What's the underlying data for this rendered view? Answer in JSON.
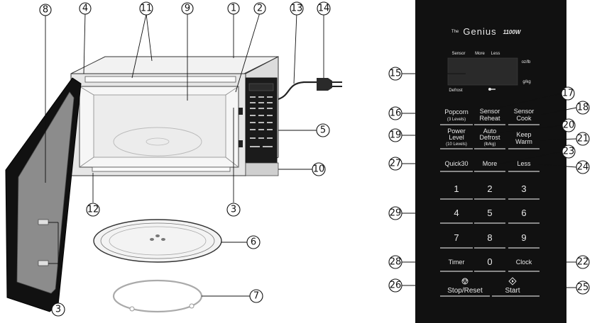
{
  "callouts": {
    "c1": "1",
    "c2": "2",
    "c3a": "3",
    "c3b": "3",
    "c4": "4",
    "c5": "5",
    "c6": "6",
    "c7": "7",
    "c8": "8",
    "c9": "9",
    "c10": "10",
    "c11": "11",
    "c12": "12",
    "c13": "13",
    "c14": "14",
    "c15": "15",
    "c16": "16",
    "c17": "17",
    "c18": "18",
    "c19": "19",
    "c20": "20",
    "c21": "21",
    "c22": "22",
    "c23": "23",
    "c24": "24",
    "c25": "25",
    "c26": "26",
    "c27": "27",
    "c28": "28",
    "c29": "29"
  },
  "panel": {
    "brand_small": "The",
    "brand_name": "Genius",
    "brand_power": "1100W",
    "display": {
      "sensor": "Sensor",
      "more": "More",
      "less": "Less",
      "oz_lb": "oz/lb",
      "g_kg": "g/kg",
      "defrost": "Defrost"
    },
    "keys": {
      "popcorn": "Popcorn",
      "popcorn_sub": "(3 Levels)",
      "sensor_reheat_1": "Sensor",
      "sensor_reheat_2": "Reheat",
      "sensor_cook_1": "Sensor",
      "sensor_cook_2": "Cook",
      "power_1": "Power",
      "power_2": "Level",
      "power_sub": "(10 Levels)",
      "auto_defrost_1": "Auto",
      "auto_defrost_2": "Defrost",
      "auto_defrost_sub": "(lb/kg)",
      "keep_warm_1": "Keep",
      "keep_warm_2": "Warm",
      "quick30": "Quick30",
      "more": "More",
      "less": "Less",
      "d1": "1",
      "d2": "2",
      "d3": "3",
      "d4": "4",
      "d5": "5",
      "d6": "6",
      "d7": "7",
      "d8": "8",
      "d9": "9",
      "timer": "Timer",
      "d0": "0",
      "clock": "Clock",
      "stop_reset": "Stop/Reset",
      "start": "Start"
    }
  }
}
